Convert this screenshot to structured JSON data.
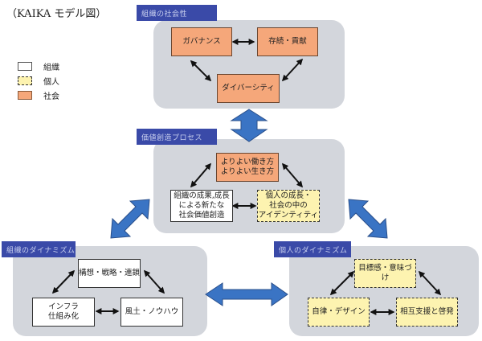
{
  "title": "（KAIKA モデル図）",
  "legend": [
    {
      "label": "組織",
      "type": "organization"
    },
    {
      "label": "個人",
      "type": "individual"
    },
    {
      "label": "社会",
      "type": "society"
    }
  ],
  "colors": {
    "panel": "#d3d6dc",
    "header": "#3a4aa8",
    "society": "#f5a77a",
    "individual": "#fdf3b0",
    "organization": "#ffffff",
    "big_arrow": "#3a74c4"
  },
  "panels": {
    "society": {
      "header": "組織の社会性",
      "nodes": {
        "governance": "ガバナンス",
        "continuity": "存続・貢献",
        "diversity": "ダイバーシティ"
      }
    },
    "process": {
      "header": "価値創造プロセス",
      "nodes": {
        "better_way": [
          "よりよい働き方",
          "よりよい生き方"
        ],
        "org_value": [
          "組織の成果,成長",
          "による新たな",
          "社会価値創造"
        ],
        "ind_identity": [
          "個人の成長・",
          "社会の中の",
          "アイデンティティ"
        ]
      }
    },
    "org_dynamism": {
      "header": "組織のダイナミズム",
      "nodes": {
        "strategy": "構想・戦略・連鎖",
        "infra": [
          "インフラ",
          "仕組み化"
        ],
        "culture": "風土・ノウハウ"
      }
    },
    "ind_dynamism": {
      "header": "個人のダイナミズム",
      "nodes": {
        "purpose": "目標感・意味づけ",
        "autonomy": "自律・デザイン",
        "mutual": "相互支援と啓発"
      }
    }
  }
}
